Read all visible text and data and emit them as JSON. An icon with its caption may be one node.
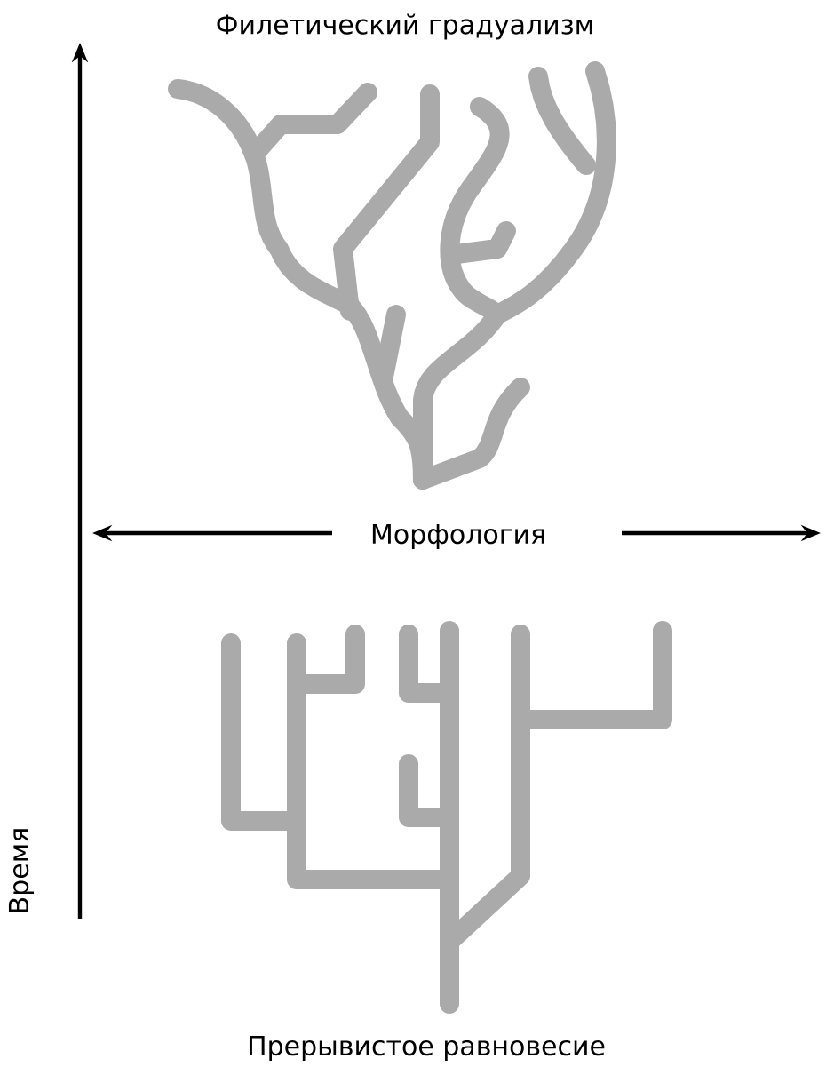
{
  "diagram": {
    "labels": [
      "Филетический градуализм",
      "Морфология",
      "Время",
      "Прерывистое равновесие"
    ]
  }
}
